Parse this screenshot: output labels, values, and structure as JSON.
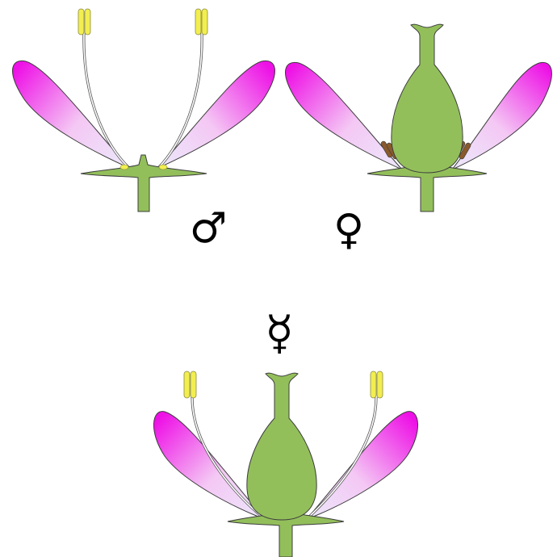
{
  "symbols": {
    "male": "♂",
    "female": "♀",
    "hermaphrodite": "☿"
  },
  "colors": {
    "background": "#ffffff",
    "petal_magenta": "#ee10e6",
    "petal_pale": "#ece8fb",
    "carpel_green": "#93bf5b",
    "anther_yellow": "#f2ee50",
    "staminode_brown": "#8a5a2c",
    "outline": "#3c3c3c"
  },
  "flowers": [
    {
      "id": "staminate-flower",
      "sex": "male",
      "has_stamens": true,
      "has_pistil": false,
      "has_staminodes": false
    },
    {
      "id": "pistillate-flower",
      "sex": "female",
      "has_stamens": false,
      "has_pistil": true,
      "has_staminodes": true
    },
    {
      "id": "perfect-flower",
      "sex": "hermaphrodite",
      "has_stamens": true,
      "has_pistil": true,
      "has_staminodes": false
    }
  ]
}
